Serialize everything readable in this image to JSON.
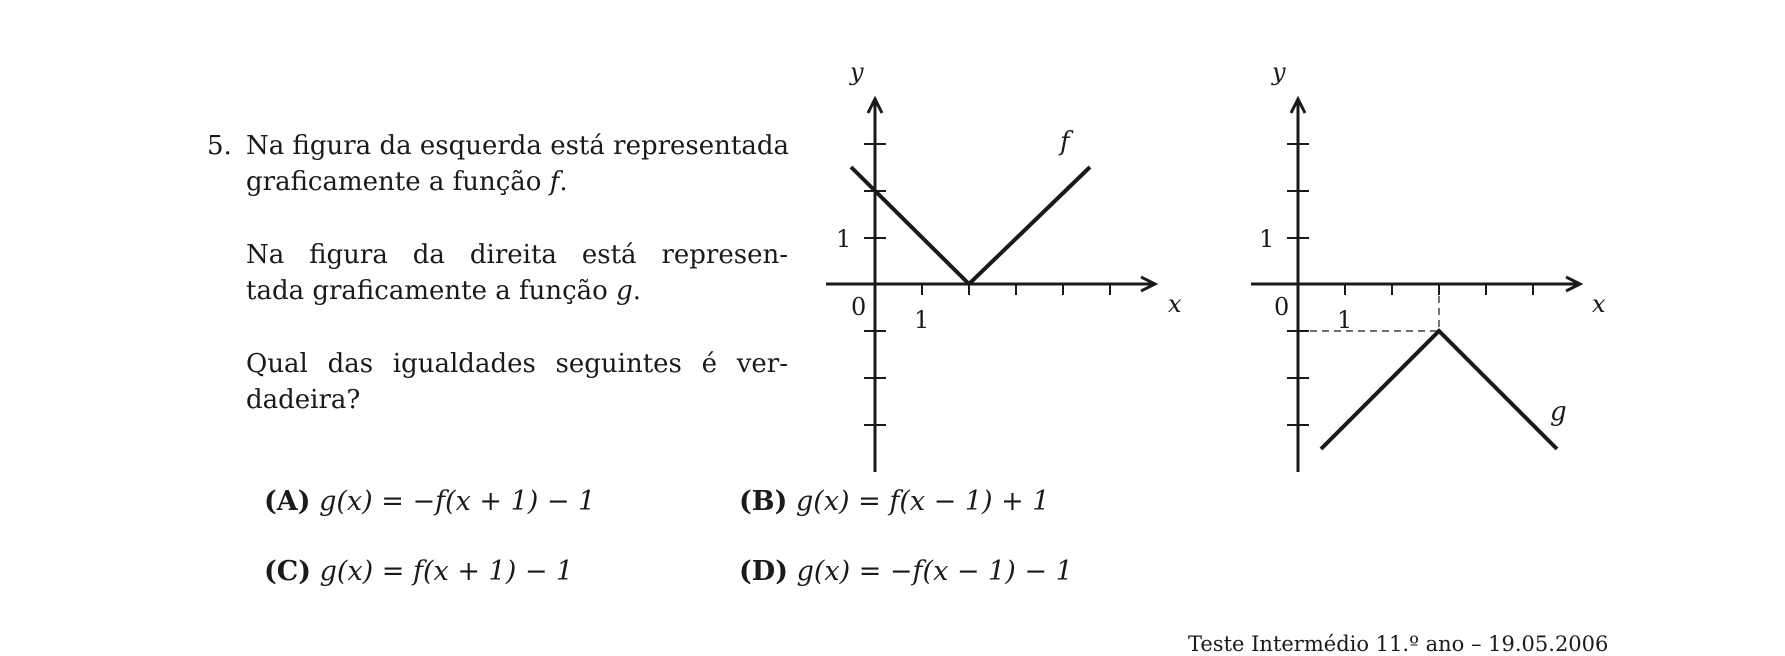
{
  "question": {
    "number": "5.",
    "p1_line1": "Na figura da esquerda está representada",
    "p1_line2_pre": "graficamente a função ",
    "p1_var": "f",
    "p1_line2_post": ".",
    "p2_line1": "Na figura da direita está represen-",
    "p2_line2_pre": "tada graficamente a função ",
    "p2_var": "g",
    "p2_line2_post": ".",
    "p3_line1": "Qual das igualdades seguintes é ver-",
    "p3_line2": "dadeira?"
  },
  "options": [
    {
      "label": "(A)",
      "expr": "g(x) = −f(x + 1) − 1"
    },
    {
      "label": "(B)",
      "expr": "g(x) = f(x − 1) + 1"
    },
    {
      "label": "(C)",
      "expr": "g(x) = f(x + 1) − 1"
    },
    {
      "label": "(D)",
      "expr": "g(x) = −f(x − 1) − 1"
    }
  ],
  "graph_left": {
    "axis_x": "x",
    "axis_y": "y",
    "origin": "0",
    "tick_x": "1",
    "tick_y": "1",
    "curve_label": "f"
  },
  "graph_right": {
    "axis_x": "x",
    "axis_y": "y",
    "origin": "0",
    "tick_x": "1",
    "tick_y": "1",
    "curve_label": "g"
  },
  "footer": "Teste Intermédio 11.º ano – 19.05.2006"
}
